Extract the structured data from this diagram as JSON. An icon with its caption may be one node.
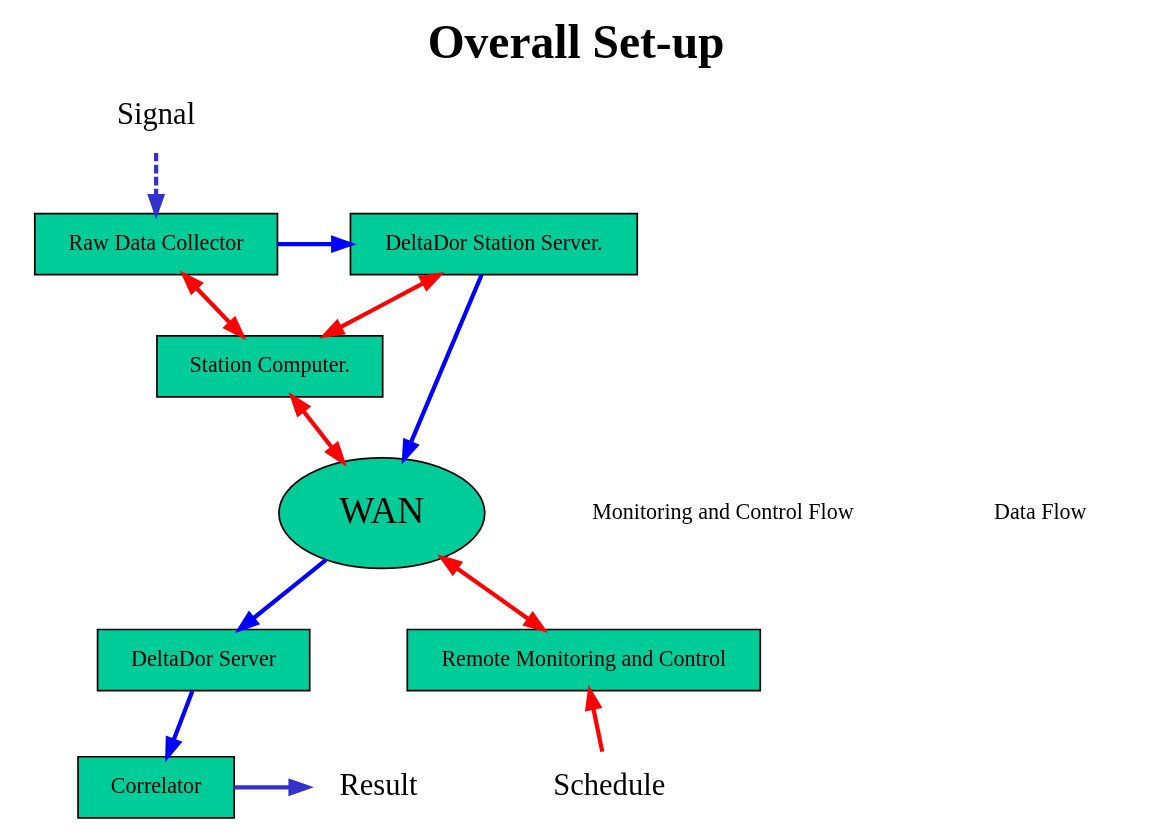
{
  "diagram": {
    "title": "Overall Set-up",
    "nodes": [
      {
        "text": [
          "Signal"
        ]
      },
      {
        "text": [
          "Station Computer."
        ]
      },
      {
        "text": [
          "Raw Data Collector"
        ]
      },
      {
        "text": [
          "DeltaDor Station Server."
        ]
      },
      {
        "text": [
          "WAN"
        ]
      },
      {
        "text": [
          "DeltaDor Server"
        ]
      },
      {
        "text": [
          "Remote Monitoring and Control"
        ]
      },
      {
        "text": [
          "Correlator"
        ]
      },
      {
        "text": [
          "Result"
        ]
      },
      {
        "text": [
          "Schedule"
        ]
      }
    ],
    "edges": [
      {
        "from": 0,
        "to": 2,
        "arrow": "to",
        "style": "dashed",
        "color": "#3333cc"
      },
      {
        "from": 2,
        "to": 1,
        "arrow": "both",
        "color": "#ff0000"
      },
      {
        "from": 1,
        "to": 3,
        "arrow": "both",
        "color": "#ff0000"
      },
      {
        "from": 2,
        "to": 3,
        "arrow": "to",
        "color": "#0000ff"
      },
      {
        "from": 1,
        "to": 4,
        "arrow": "both",
        "color": "#ff0000"
      },
      {
        "from": 3,
        "to": 4,
        "arrow": "to",
        "color": "#0000ff"
      },
      {
        "from": 4,
        "to": 6,
        "arrow": "both",
        "color": "#ff0000"
      },
      {
        "from": 4,
        "to": 5,
        "arrow": "to",
        "color": "#0000ff"
      },
      {
        "from": 5,
        "to": 7,
        "arrow": "to",
        "color": "#0000ff"
      },
      {
        "from": 7,
        "to": 8,
        "arrow": "to",
        "color": "#3333cc"
      },
      {
        "from": 9,
        "to": 6,
        "arrow": "to",
        "color": "#ff0000"
      }
    ],
    "legend": [
      {
        "text": "Monitoring and Control Flow"
      },
      {
        "text": "Data Flow"
      }
    ]
  }
}
